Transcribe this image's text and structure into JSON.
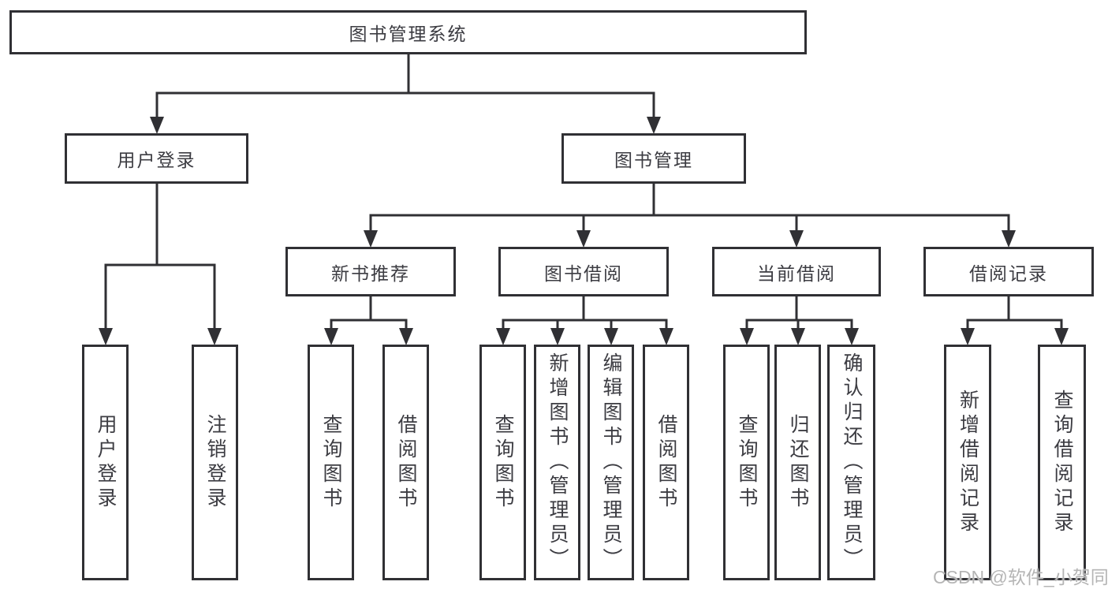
{
  "diagram_title": "图书管理系统",
  "tree": {
    "label": "图书管理系统",
    "children": [
      {
        "label": "用户登录",
        "children": [
          {
            "label": "用户登录"
          },
          {
            "label": "注销登录"
          }
        ]
      },
      {
        "label": "图书管理",
        "children": [
          {
            "label": "新书推荐",
            "children": [
              {
                "label": "查询图书"
              },
              {
                "label": "借阅图书"
              }
            ]
          },
          {
            "label": "图书借阅",
            "children": [
              {
                "label": "查询图书"
              },
              {
                "label": "新增图书（管理员）"
              },
              {
                "label": "编辑图书（管理员）"
              },
              {
                "label": "借阅图书"
              }
            ]
          },
          {
            "label": "当前借阅",
            "children": [
              {
                "label": "查询图书"
              },
              {
                "label": "归还图书"
              },
              {
                "label": "确认归还（管理员）"
              }
            ]
          },
          {
            "label": "借阅记录",
            "children": [
              {
                "label": "新增借阅记录"
              },
              {
                "label": "查询借阅记录"
              }
            ]
          }
        ]
      }
    ]
  },
  "watermark": {
    "text": "CSDN @软件_小贺同学"
  },
  "colors": {
    "line": "#303034",
    "text": "#3c3c42",
    "background": "#ffffff",
    "watermark": "#b5b5b5"
  }
}
